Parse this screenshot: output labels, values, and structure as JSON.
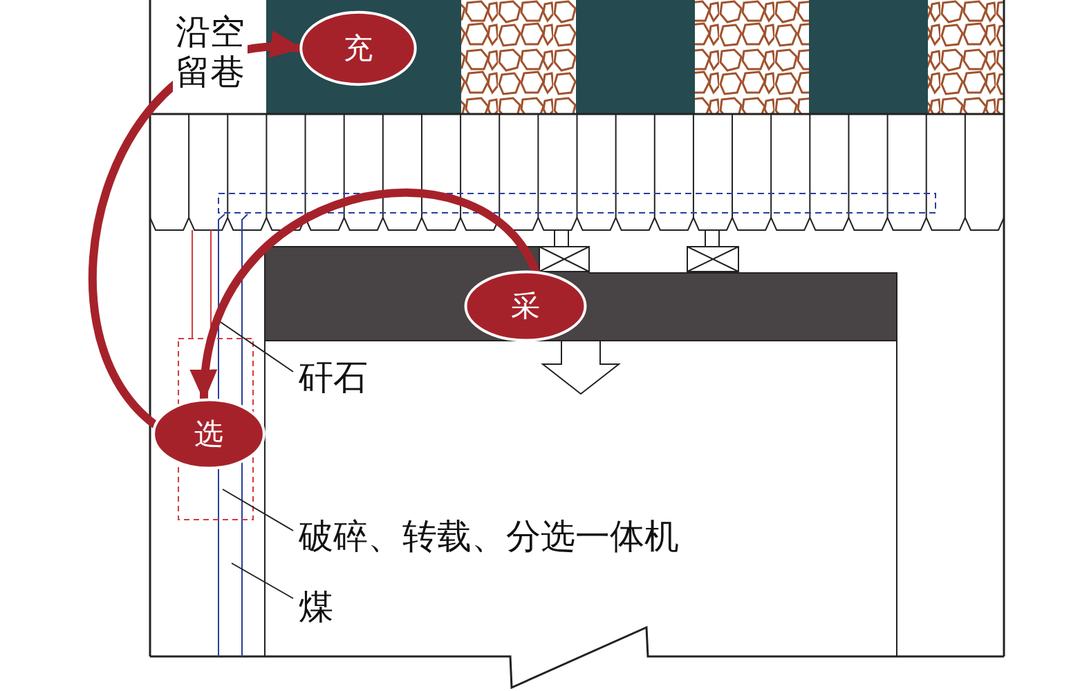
{
  "diagram": {
    "nodes": [
      {
        "text": [
          "充"
        ]
      },
      {
        "text": [
          "采"
        ]
      },
      {
        "text": [
          "选"
        ]
      }
    ],
    "edges": [
      {
        "from": 1,
        "to": 2,
        "arrow": "to"
      },
      {
        "from": 2,
        "to": 0,
        "arrow": "to"
      }
    ],
    "labels": [
      "沿空留巷",
      "矸石",
      "破碎、转载、分选一体机",
      "煤"
    ]
  }
}
